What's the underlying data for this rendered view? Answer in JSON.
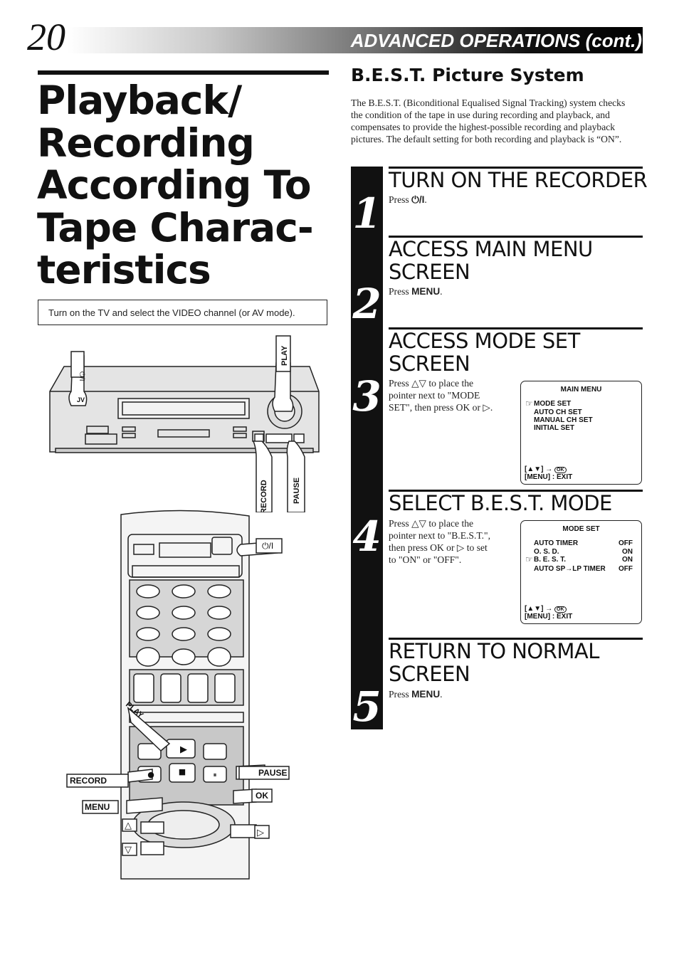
{
  "header": {
    "page_number": "20",
    "section_title": "ADVANCED OPERATIONS (cont.)"
  },
  "main_title": {
    "lines": [
      "Playback/",
      "Recording",
      "According To",
      "Tape Charac-",
      "teristics"
    ]
  },
  "note": "Turn on the TV and select the VIDEO channel (or AV mode).",
  "illustration": {
    "vcr_labels": {
      "play": "PLAY",
      "record": "RECORD",
      "pause": "PAUSE",
      "brand": "JV"
    },
    "remote_labels": {
      "play": "PLAY",
      "record": "RECORD",
      "menu": "MENU",
      "pause": "PAUSE",
      "ok": "OK",
      "power": "⏻/I",
      "up": "△",
      "down": "▽",
      "right": "▷"
    }
  },
  "best": {
    "heading": "B.E.S.T. Picture System",
    "description": "The B.E.S.T. (Biconditional Equalised Signal Tracking) system checks the condition of the tape in use during recording and playback, and compensates to provide the highest-possible recording and playback pictures. The default setting for both recording and playback is “ON”."
  },
  "steps": [
    {
      "number": "1",
      "title_lines": [
        "TURN ON THE RECORDER"
      ],
      "text_pre": "Press ",
      "text_bold": "⏻/I",
      "text_post": "."
    },
    {
      "number": "2",
      "title_lines": [
        "ACCESS MAIN MENU",
        "SCREEN"
      ],
      "text_pre": "Press ",
      "text_bold": "MENU",
      "text_post": "."
    },
    {
      "number": "3",
      "title_lines": [
        "ACCESS MODE SET",
        "SCREEN"
      ],
      "text_lines": [
        "Press △▽ to place the",
        "pointer next to \"MODE",
        "SET\", then press OK or ▷."
      ]
    },
    {
      "number": "4",
      "title_lines": [
        "SELECT B.E.S.T. MODE"
      ],
      "text_lines": [
        "Press △▽ to place the",
        "pointer next to \"B.E.S.T.\",",
        "then press OK or ▷ to set",
        "to \"ON\" or \"OFF\"."
      ]
    },
    {
      "number": "5",
      "title_lines": [
        "RETURN TO NORMAL",
        "SCREEN"
      ],
      "text_pre": "Press ",
      "text_bold": "MENU",
      "text_post": "."
    }
  ],
  "osd_main_menu": {
    "title": "MAIN MENU",
    "items": [
      "MODE SET",
      "AUTO CH SET",
      "MANUAL CH SET",
      "INITIAL SET"
    ],
    "pointer_symbol": "☞",
    "nav_hint": "[▲▼] →",
    "ok_label": "OK",
    "exit_hint": "[MENU] : EXIT"
  },
  "osd_mode_set": {
    "title": "MODE SET",
    "items": [
      {
        "label": "AUTO TIMER",
        "value": "OFF"
      },
      {
        "label": "O. S. D.",
        "value": "ON"
      },
      {
        "label": "B. E. S. T.",
        "value": "ON"
      },
      {
        "label": "AUTO SP→LP TIMER",
        "value": "OFF"
      }
    ],
    "pointer_symbol": "☞",
    "nav_hint": "[▲▼] →",
    "ok_label": "OK",
    "exit_hint": "[MENU] : EXIT"
  }
}
